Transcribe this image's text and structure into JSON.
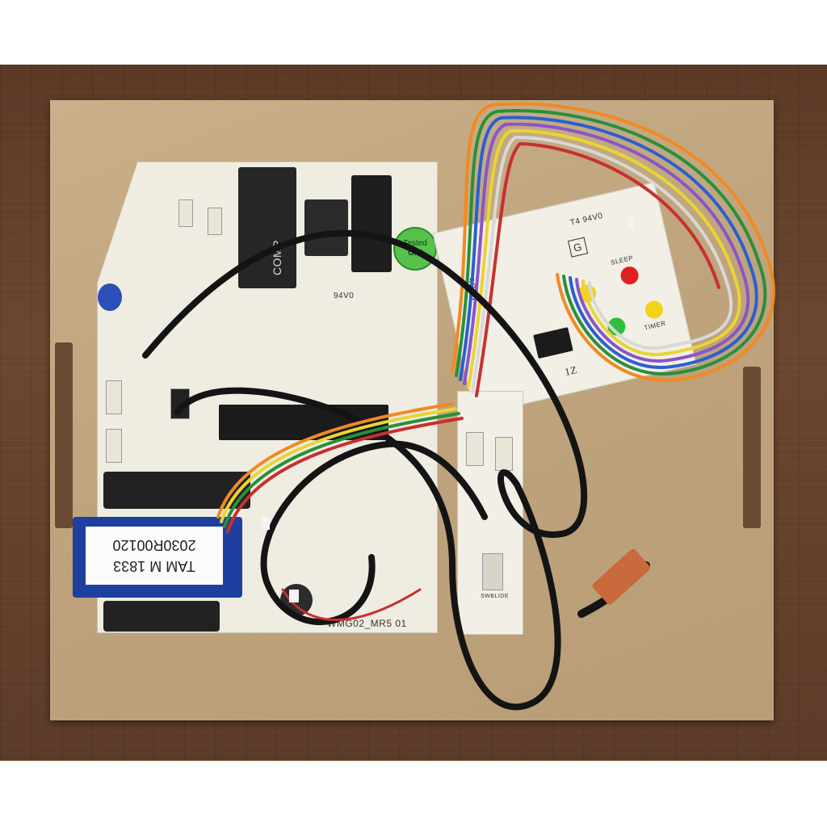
{
  "transformer_label": {
    "line1": "TAM M 1833",
    "line2": "2030R00120"
  },
  "tested_sticker": {
    "line1": "Tested",
    "line2": "O.K"
  },
  "board_silkscreen": {
    "relay_label": "COMP",
    "board_id": "WMG02_MR5 01",
    "rating": "94V0",
    "display_rating": "T4 94V0",
    "display_code": "G",
    "led_sleep": "SLEEP",
    "led_timer": "TIMER",
    "display_partial": "9806",
    "display_suffix": "1Z",
    "strip_label": "SWBLIDE"
  },
  "colors": {
    "pcb": "#efece2",
    "cardboard": "#c3a982",
    "wood": "#5e3e2a",
    "transformer": "#1f3fa0",
    "led_red": "#e02020",
    "led_yellow": "#f2d21a",
    "led_green": "#2fbf3a"
  }
}
